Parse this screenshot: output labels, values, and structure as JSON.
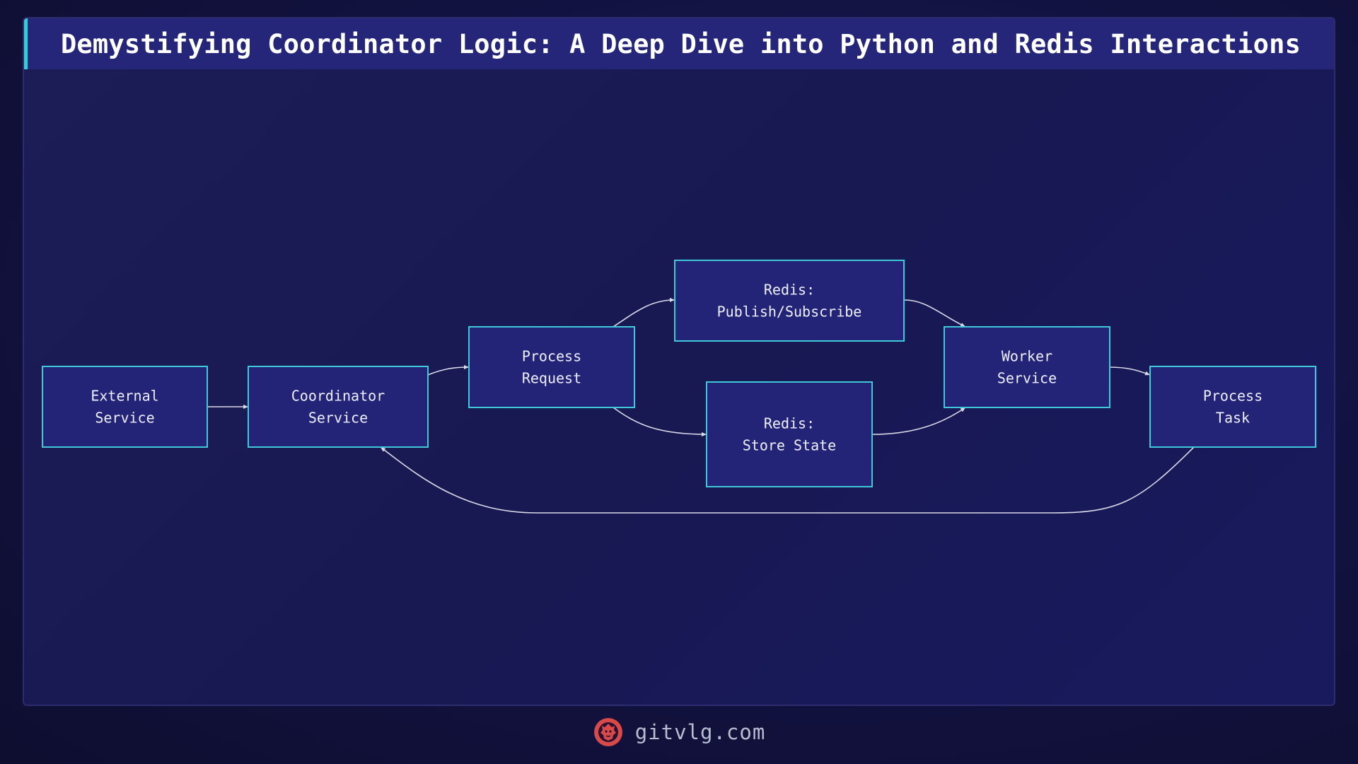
{
  "title": "Demystifying Coordinator Logic: A Deep Dive into Python and Redis Interactions",
  "footer": {
    "text": "gitvlg.com",
    "logo_icon": "lion-logo-icon",
    "logo_color": "#d84a4a"
  },
  "colors": {
    "node_fill": "#232478",
    "node_border": "#3fc8d8",
    "edge": "#d9d9e8"
  },
  "diagram": {
    "nodes": [
      {
        "id": "external-service",
        "lines": [
          "External",
          "Service"
        ]
      },
      {
        "id": "coordinator-service",
        "lines": [
          "Coordinator",
          "Service"
        ]
      },
      {
        "id": "process-request",
        "lines": [
          "Process",
          "Request"
        ]
      },
      {
        "id": "redis-pubsub",
        "lines": [
          "Redis:",
          "Publish/Subscribe"
        ]
      },
      {
        "id": "redis-store",
        "lines": [
          "Redis:",
          "Store State"
        ]
      },
      {
        "id": "worker-service",
        "lines": [
          "Worker",
          "Service"
        ]
      },
      {
        "id": "process-task",
        "lines": [
          "Process",
          "Task"
        ]
      }
    ],
    "edges": [
      {
        "from": "external-service",
        "to": "coordinator-service"
      },
      {
        "from": "coordinator-service",
        "to": "process-request"
      },
      {
        "from": "process-request",
        "to": "redis-pubsub"
      },
      {
        "from": "process-request",
        "to": "redis-store"
      },
      {
        "from": "redis-pubsub",
        "to": "worker-service"
      },
      {
        "from": "redis-store",
        "to": "worker-service"
      },
      {
        "from": "worker-service",
        "to": "process-task"
      },
      {
        "from": "process-task",
        "to": "coordinator-service"
      }
    ]
  }
}
